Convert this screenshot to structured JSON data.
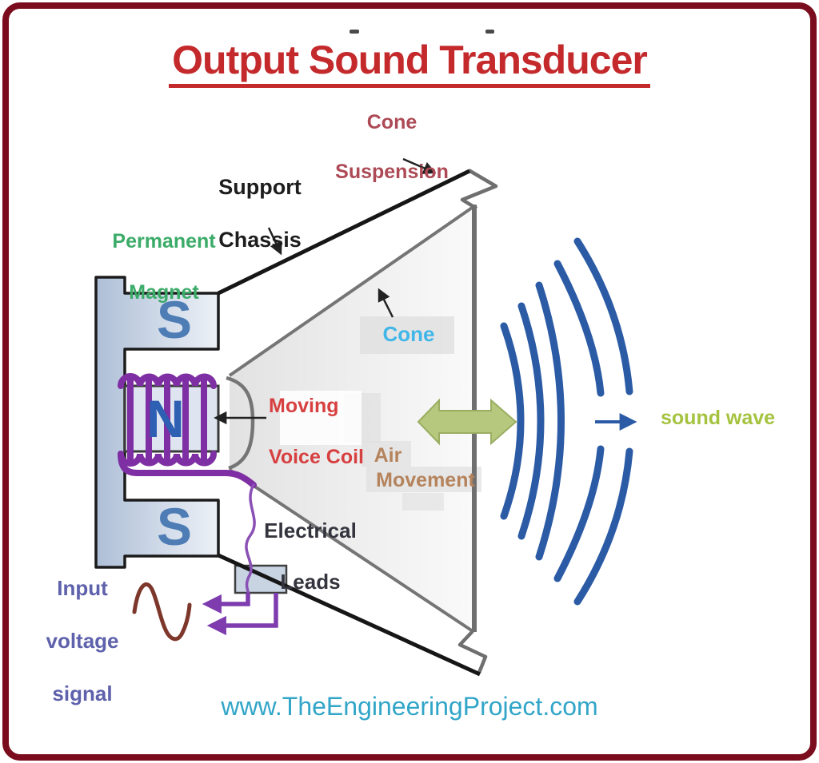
{
  "title": "Output Sound Transducer",
  "labels": {
    "cone_suspension": {
      "line1": "Cone",
      "line2": "Suspension"
    },
    "support_chassis": {
      "line1": "Support",
      "line2": "Chassis"
    },
    "permanent_magnet": {
      "line1": "Permanent",
      "line2": "Magnet"
    },
    "magnet_poles": {
      "top": "S",
      "center": "N",
      "bottom": "S"
    },
    "moving_voice_coil": {
      "line1": "Moving",
      "line2": "Voice Coil"
    },
    "cone": "Cone",
    "air_movement": {
      "line1": "Air",
      "line2": "Movement"
    },
    "electrical_leads": {
      "line1": "Electrical",
      "line2": "Leads"
    },
    "input_voltage_signal": {
      "line1": "Input",
      "line2": "voltage",
      "line3": "signal"
    },
    "sound_wave": "sound wave"
  },
  "footer": {
    "website": "www.TheEngineeringProject.com"
  },
  "colors": {
    "border_maroon": "#7a0c1d",
    "title_red": "#c4292c",
    "cone_suspension_label": "#ad4a55",
    "support_chassis_label": "#1d1d1d",
    "permanent_magnet_label": "#3bab68",
    "pole_letter_s": "#4e7cb5",
    "pole_letter_n": "#2d5fb3",
    "magnet_fill": "#b5c3d8",
    "voice_coil_purple": "#7e2fa3",
    "lead_arrow_purple": "#7e3caf",
    "moving_voice_coil_label": "#d74040",
    "cone_label": "#41b6e8",
    "air_movement_label": "#b5835c",
    "electrical_leads_label": "#34343e",
    "input_signal_label": "#5e61ab",
    "sine_wave_brown": "#7d372b",
    "air_arrow_green": "#b6c87d",
    "sound_wave_blue": "#2c5ba6",
    "sound_wave_label": "#a5c33f",
    "website_cyan": "#32a6c8",
    "cone_fill_gray": "#e6e6e6"
  },
  "shapes": {
    "air_movement_arrow": "double-headed-horizontal-arrow",
    "sound_wave_direction_arrow": "right-arrow",
    "sound_wave_arcs": "five-concentric-arcs-outer-two-split",
    "input_signal": "sine-wave-one-cycle",
    "voice_coil": "five-turn-coil-around-center-pole",
    "magnet": "e-shaped-permanent-magnet",
    "cone": "speaker-cone-with-zigzag-suspension"
  }
}
